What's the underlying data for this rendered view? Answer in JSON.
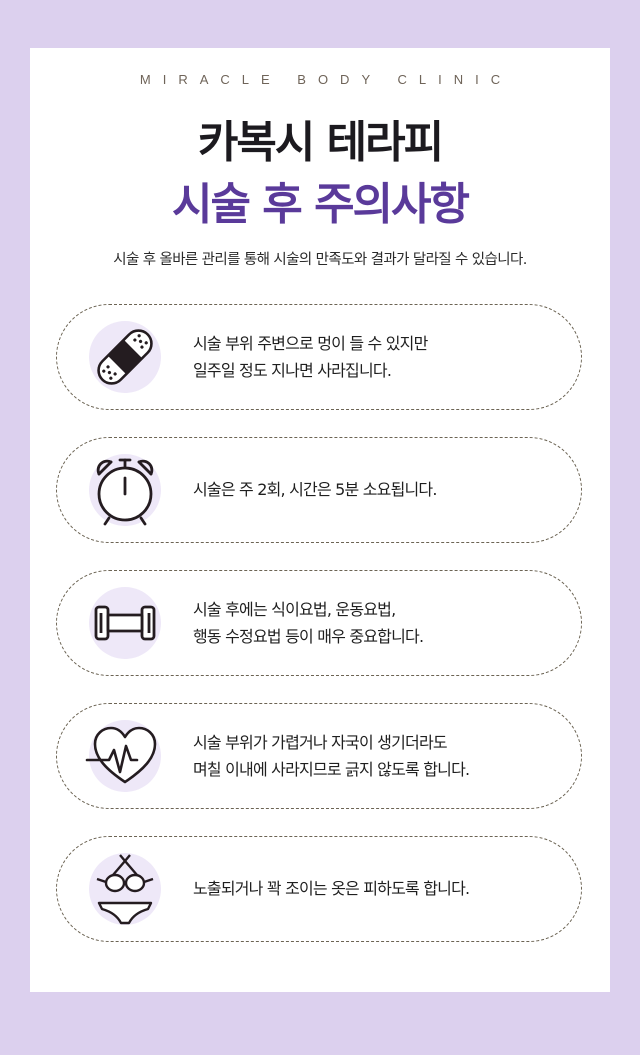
{
  "brand": "MIRACLE BODY CLINIC",
  "title_line1": "카복시 테라피",
  "title_line2": "시술 후 주의사항",
  "subtitle": "시술 후 올바른 관리를 통해 시술의 만족도와 결과가 달라질 수 있습니다.",
  "colors": {
    "background": "#dcd0ee",
    "accent": "#5a3a9a",
    "icon_circle": "#eee8f8"
  },
  "items": [
    {
      "icon": "bandage-icon",
      "line1": "시술 부위 주변으로 멍이 들 수 있지만",
      "line2": "일주일 정도 지나면 사라집니다."
    },
    {
      "icon": "alarm-clock-icon",
      "line1": "시술은 주 2회, 시간은 5분 소요됩니다.",
      "line2": ""
    },
    {
      "icon": "dumbbell-icon",
      "line1": "시술 후에는 식이요법, 운동요법,",
      "line2": "행동 수정요법 등이 매우 중요합니다."
    },
    {
      "icon": "heartbeat-icon",
      "line1": "시술 부위가 가렵거나 자국이 생기더라도",
      "line2": "며칠 이내에 사라지므로 긁지 않도록 합니다."
    },
    {
      "icon": "bikini-icon",
      "line1": "노출되거나 꽉 조이는 옷은 피하도록 합니다.",
      "line2": ""
    }
  ]
}
